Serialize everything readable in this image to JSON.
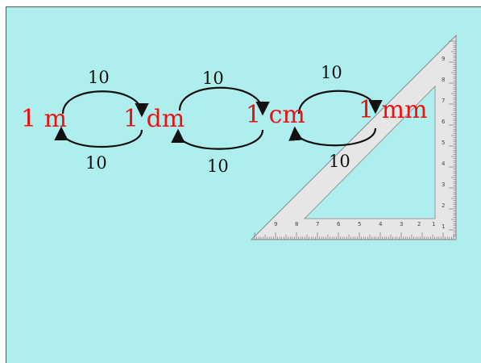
{
  "units": [
    "1 m",
    "1 dm",
    "1 cm",
    "1 mm"
  ],
  "forward_factors": [
    "10",
    "10",
    "10"
  ],
  "backward_factors": [
    "10",
    "10",
    "10"
  ],
  "ruler": {
    "vertical_numbers": [
      "9",
      "8",
      "7",
      "6",
      "5",
      "4",
      "3",
      "2",
      "1"
    ],
    "horizontal_numbers": [
      "9",
      "8",
      "7",
      "6",
      "5",
      "4",
      "3",
      "2",
      "1"
    ]
  },
  "colors": {
    "background": "#aeeeed",
    "unit_text": "#ee1111",
    "arrow": "#111111",
    "ruler_fill": "#e4e4e4"
  }
}
